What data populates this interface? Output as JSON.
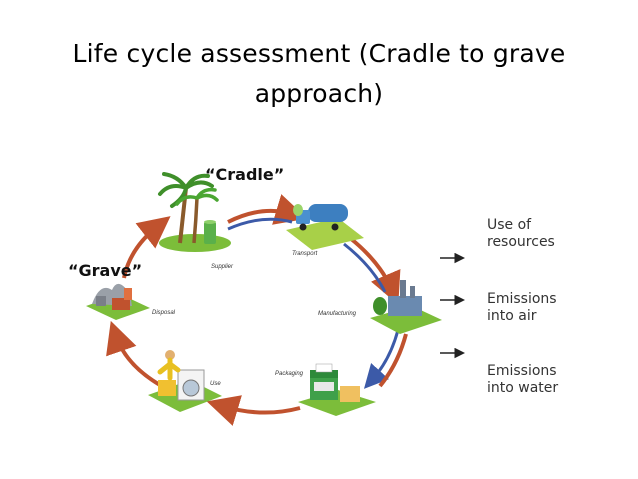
{
  "slide": {
    "title_line1": "Life cycle assessment (Cradle to grave",
    "title_line2": "approach)"
  },
  "diagram": {
    "cradle_label": "“Cradle”",
    "grave_label": "“Grave”",
    "stages": {
      "supplier": "Supplier",
      "transport": "Transport",
      "manufacturing": "Manufacturing",
      "packaging": "Packaging",
      "use": "Use",
      "disposal": "Disposal"
    },
    "outputs": [
      {
        "line1": "Use of",
        "line2": "resources"
      },
      {
        "line1": "Emissions",
        "line2": "into air"
      },
      {
        "line1": "Emissions",
        "line2": "into water"
      }
    ],
    "colors": {
      "arrow_red": "#c0522e",
      "arrow_blue": "#3c5aa8",
      "grass": "#7cbd3a"
    }
  }
}
